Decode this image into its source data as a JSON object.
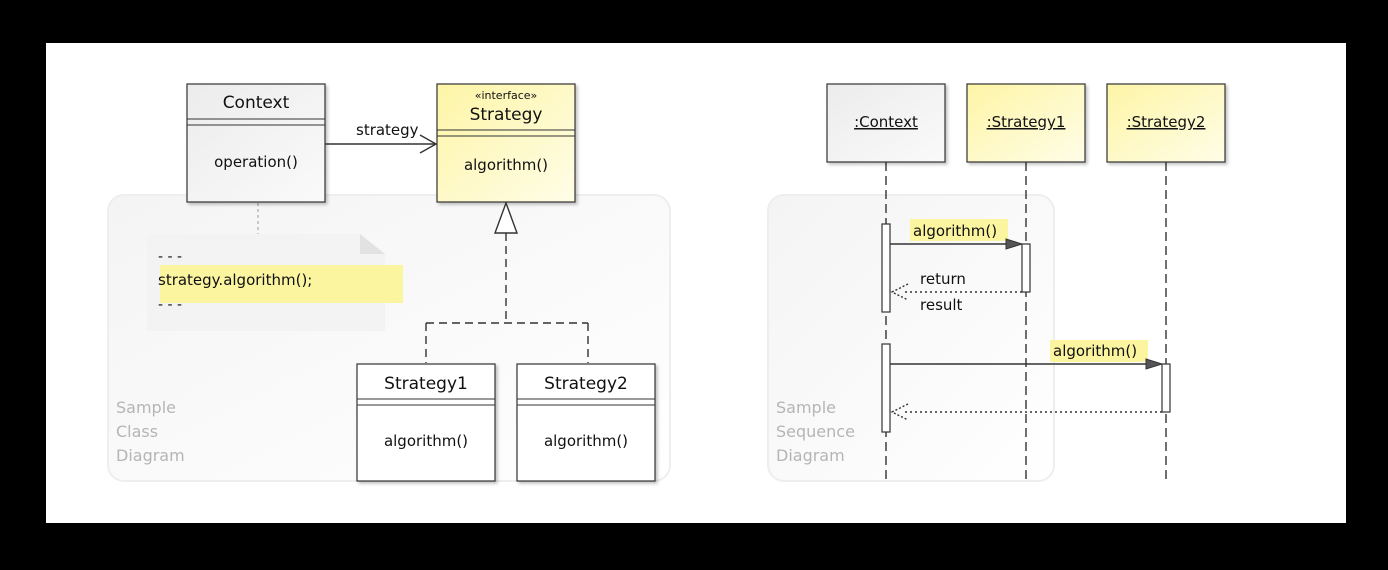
{
  "class_diagram": {
    "context": {
      "name": "Context",
      "operation": "operation()"
    },
    "association_label": "strategy",
    "strategy": {
      "stereotype": "«interface»",
      "name": "Strategy",
      "operation": "algorithm()"
    },
    "strategy1": {
      "name": "Strategy1",
      "operation": "algorithm()"
    },
    "strategy2": {
      "name": "Strategy2",
      "operation": "algorithm()"
    },
    "note": {
      "line1": "- - -",
      "code": "strategy.algorithm();",
      "line3": "- - -"
    },
    "caption": [
      "Sample",
      "Class",
      "Diagram"
    ]
  },
  "sequence_diagram": {
    "lifelines": [
      ":Context",
      ":Strategy1",
      ":Strategy2"
    ],
    "message1": "algorithm()",
    "return1": [
      "return",
      "result"
    ],
    "message2": "algorithm()",
    "caption": [
      "Sample",
      "Sequence",
      "Diagram"
    ]
  },
  "colors": {
    "class_box": "#e6e6e6",
    "interface_box": "#fdf7b8",
    "note_highlight": "#fbf5a0"
  }
}
